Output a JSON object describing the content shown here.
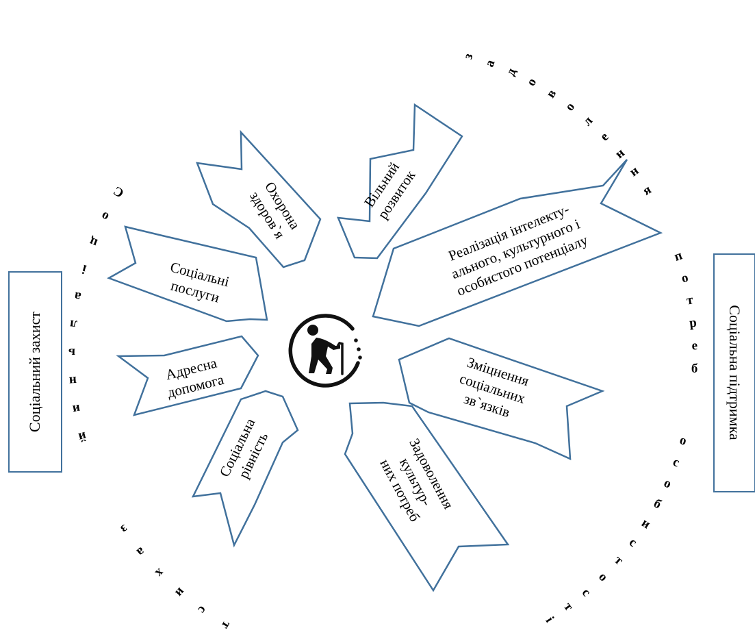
{
  "center_icon": "elderly-person-with-cane-icon",
  "colors": {
    "stroke": "#41719C",
    "text": "#000000",
    "icon": "#111111"
  },
  "side_boxes": {
    "left": "Соціальний захист",
    "right": "Соціальна підтримка"
  },
  "arc_left_text": "Соціальний захист",
  "arc_right_text": "задоволення потреб особистості",
  "arrows": [
    {
      "id": "vilnyi",
      "lines": [
        "Вільний",
        "розвиток"
      ]
    },
    {
      "id": "okhorona",
      "lines": [
        "Охорона",
        "здоров`я"
      ]
    },
    {
      "id": "realizatsiia",
      "lines": [
        "Реалізація інтелекту-",
        "ального, культурного і",
        "особистого потенціалу"
      ]
    },
    {
      "id": "sotsialni-posluhy",
      "lines": [
        "Соціальні",
        "послуги"
      ]
    },
    {
      "id": "adresna",
      "lines": [
        "Адресна",
        "допомога"
      ]
    },
    {
      "id": "zmitsnennia",
      "lines": [
        "Зміцнення",
        "соціальних",
        "зв`язків"
      ]
    },
    {
      "id": "rivnist",
      "lines": [
        "Соціальна",
        "рівність"
      ]
    },
    {
      "id": "zadovolennia",
      "lines": [
        "Задоволення",
        "культур-",
        "них потреб"
      ]
    }
  ]
}
